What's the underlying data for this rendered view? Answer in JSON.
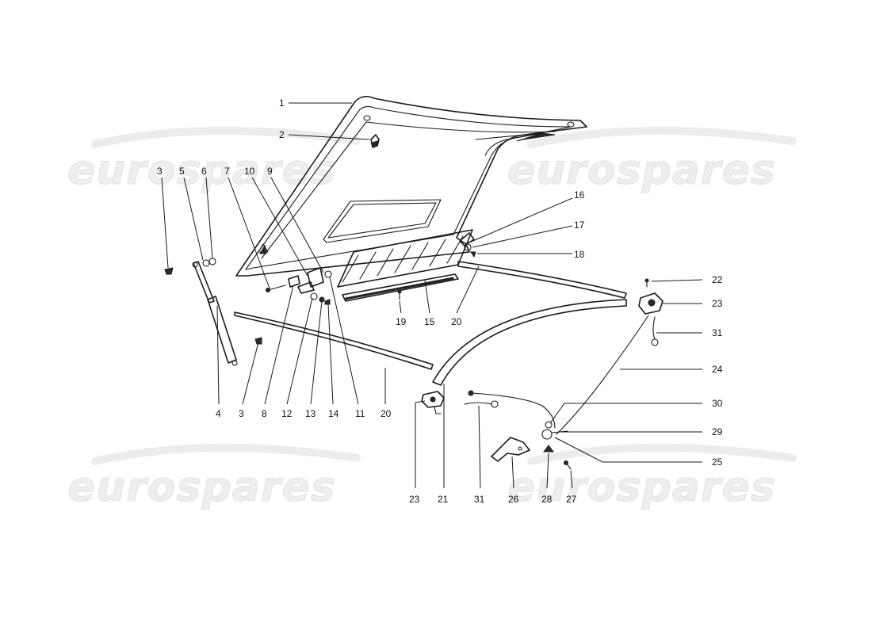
{
  "watermark": {
    "text": "eurospares"
  },
  "callouts": {
    "c1": "1",
    "c2": "2",
    "c3a": "3",
    "c5": "5",
    "c6": "6",
    "c7": "7",
    "c10": "10",
    "c9": "9",
    "c16": "16",
    "c17": "17",
    "c18": "18",
    "c22": "22",
    "c23a": "23",
    "c31a": "31",
    "c24": "24",
    "c30": "30",
    "c29": "29",
    "c25": "25",
    "c4": "4",
    "c3b": "3",
    "c8": "8",
    "c12": "12",
    "c13": "13",
    "c14": "14",
    "c11": "11",
    "c20a": "20",
    "c19": "19",
    "c15": "15",
    "c20b": "20",
    "c23b": "23",
    "c21": "21",
    "c31b": "31",
    "c26": "26",
    "c28": "28",
    "c27": "27"
  }
}
